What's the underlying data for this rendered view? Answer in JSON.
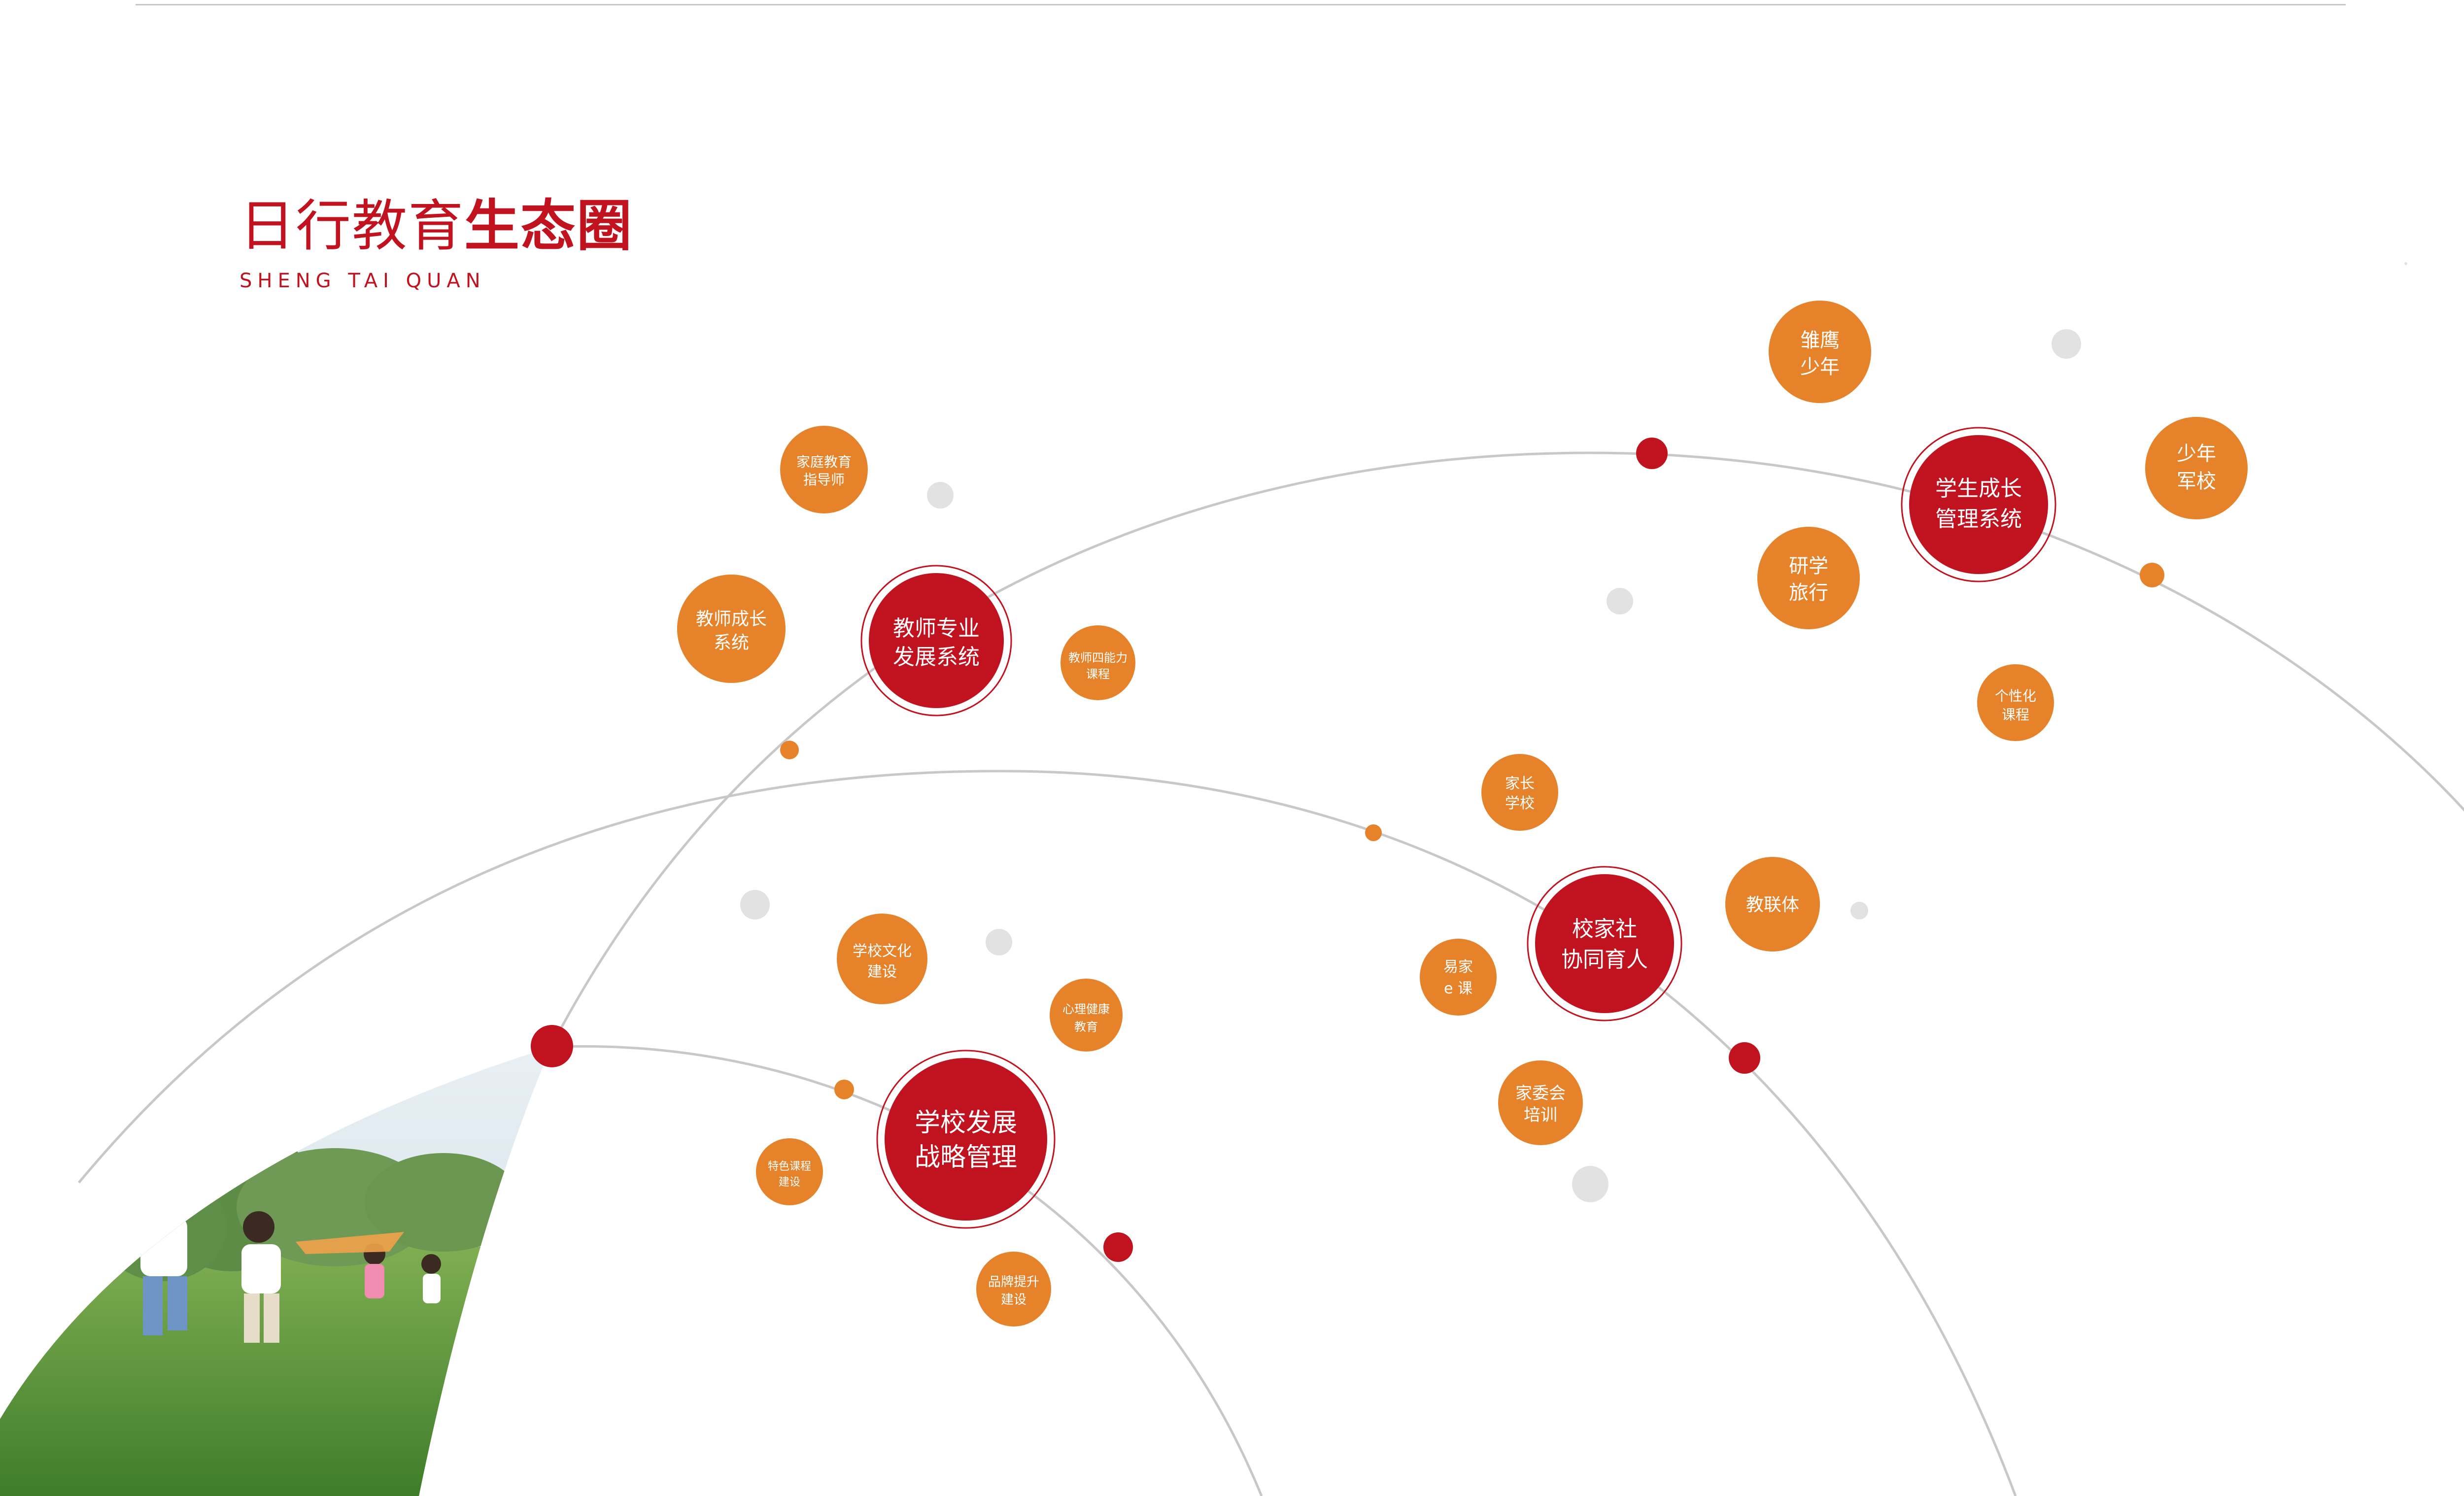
{
  "title": {
    "light": "日行教育",
    "bold": "生态圈"
  },
  "subtitle": "SHENG TAI QUAN",
  "colors": {
    "brand_red": "#c1121f",
    "orange": "#e6832a",
    "arc_gray": "#c8c8c8",
    "dot_gray": "#e2e2e2"
  },
  "photo": {
    "description_icon": "children-running-photo"
  },
  "main_nodes": [
    {
      "id": "teacher",
      "lines": [
        "教师专业",
        "发展系统"
      ]
    },
    {
      "id": "student",
      "lines": [
        "学生成长",
        "管理系统"
      ]
    },
    {
      "id": "home",
      "lines": [
        "校家社",
        "协同育人"
      ]
    },
    {
      "id": "strategy",
      "lines": [
        "学校发展",
        "战略管理"
      ]
    }
  ],
  "satellite_nodes": [
    {
      "id": "family-mentor",
      "lines": [
        "家庭教育",
        "指导师"
      ]
    },
    {
      "id": "teacher-growth",
      "lines": [
        "教师成长",
        "系统"
      ]
    },
    {
      "id": "four-abilities",
      "lines": [
        "教师四能力",
        "课程"
      ]
    },
    {
      "id": "eagle-youth",
      "lines": [
        "雏鹰",
        "少年"
      ]
    },
    {
      "id": "youth-academy",
      "lines": [
        "少年",
        "军校"
      ]
    },
    {
      "id": "study-travel",
      "lines": [
        "研学",
        "旅行"
      ]
    },
    {
      "id": "personal-course",
      "lines": [
        "个性化",
        "课程"
      ]
    },
    {
      "id": "parent-school",
      "lines": [
        "家长",
        "学校"
      ]
    },
    {
      "id": "edu-union",
      "lines": [
        "教联体"
      ]
    },
    {
      "id": "yijia-class",
      "lines": [
        "易家",
        "e 课"
      ]
    },
    {
      "id": "committee",
      "lines": [
        "家委会",
        "培训"
      ]
    },
    {
      "id": "culture",
      "lines": [
        "学校文化",
        "建设"
      ]
    },
    {
      "id": "mental-health",
      "lines": [
        "心理健康",
        "教育"
      ]
    },
    {
      "id": "feature-course",
      "lines": [
        "特色课程",
        "建设"
      ]
    },
    {
      "id": "brand",
      "lines": [
        "品牌提升",
        "建设"
      ]
    }
  ]
}
